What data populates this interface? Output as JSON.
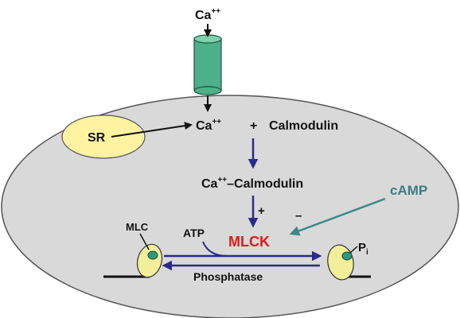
{
  "colors": {
    "cell_fill": "#d9d9d9",
    "cell_stroke": "#555555",
    "sr_fill": "#fff2a0",
    "channel_fill": "#4eb08a",
    "channel_top": "#7fd1b0",
    "arrow_dark": "#111111",
    "arrow_navy": "#2a2a8c",
    "arrow_teal": "#3a8a86",
    "mlck_red": "#e21a1a",
    "camp_teal": "#3b7d80",
    "mlc_fill": "#f3ee9a",
    "mlc_head": "#2f9a7a"
  },
  "labels": {
    "ca_top_base": "Ca",
    "ca_top_sup": "++",
    "sr": "SR",
    "ca_mid_base": "Ca",
    "ca_mid_sup": "++",
    "plus_sign": "+",
    "calmodulin": "Calmodulin",
    "ca_complex_base": "Ca",
    "ca_complex_sup": "++",
    "ca_complex_rest": "–Calmodulin",
    "camp": "cAMP",
    "plus_effect": "+",
    "minus_effect": "–",
    "mlck": "MLCK",
    "mlc": "MLC",
    "atp": "ATP",
    "phosphatase": "Phosphatase",
    "pi_base": "P",
    "pi_sub": "i"
  }
}
